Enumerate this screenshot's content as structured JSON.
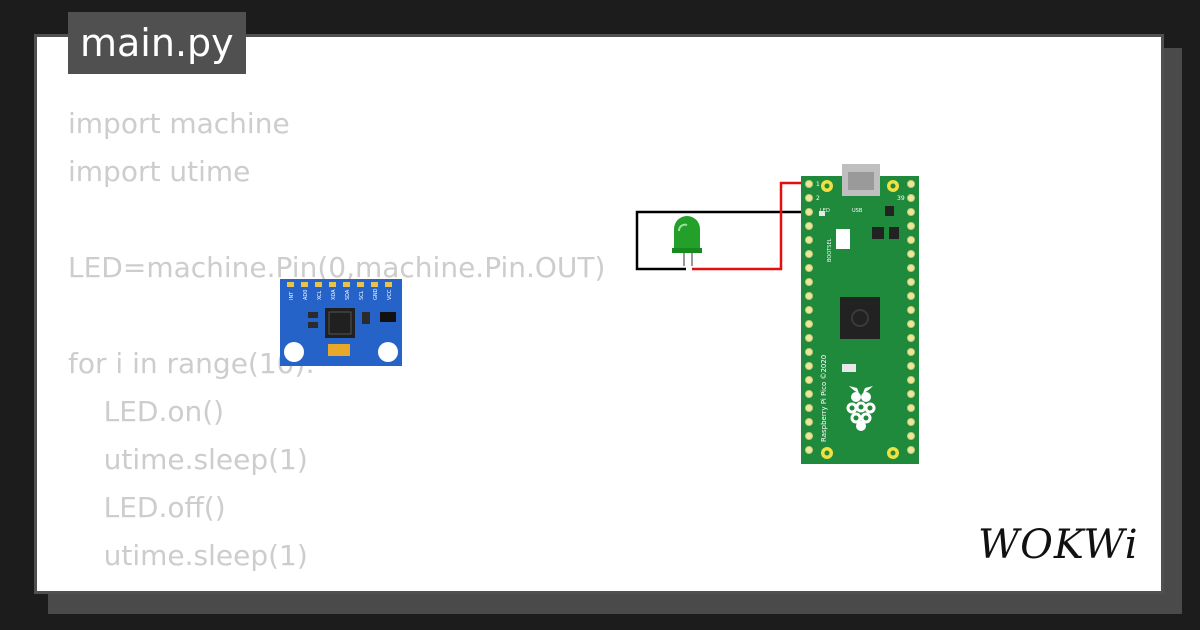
{
  "editor": {
    "filename": "main.py",
    "code_lines": [
      "import machine",
      "import utime",
      "",
      "LED=machine.Pin(0,machine.Pin.OUT)",
      "",
      "for i in range(10):",
      "    LED.on()",
      "    utime.sleep(1)",
      "    LED.off()",
      "    utime.sleep(1)"
    ]
  },
  "brand": {
    "logo_text": "WOKWi"
  },
  "sensor": {
    "pin_labels": [
      "INT",
      "AD0",
      "XCL",
      "XDA",
      "SDA",
      "SCL",
      "GND",
      "VCC"
    ]
  },
  "pico": {
    "pin1": "1",
    "pin2": "2",
    "pin39": "39",
    "led_label": "LED",
    "usb_label": "USB",
    "bootsel_label": "BOOTSEL",
    "brand_text": "Raspberry Pi Pico ©2020"
  },
  "colors": {
    "board_green": "#1f8a3c",
    "sensor_blue": "#2563c9",
    "led_green": "#22a02a",
    "wire_red": "#e01010",
    "wire_black": "#000000"
  }
}
